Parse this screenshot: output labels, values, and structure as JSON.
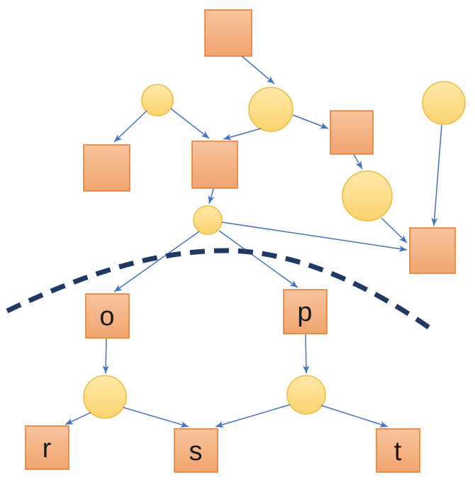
{
  "diagram": {
    "type": "flow-graph",
    "background": "#FFFFFF",
    "colors": {
      "square_fill_top": "#F8C49E",
      "square_fill_bottom": "#F0A56E",
      "square_border": "#ED7D31",
      "circle_fill_top": "#FFE9A8",
      "circle_fill_bottom": "#FBD36F",
      "circle_border": "#F0BC42",
      "arrow": "#4472C4",
      "divider": "#1F3864",
      "label_text": "#1A1A1A"
    },
    "labels": {
      "o": "o",
      "p": "p",
      "r": "r",
      "s": "s",
      "t": "t"
    },
    "nodes": [
      {
        "id": "square-top",
        "shape": "square",
        "label": ""
      },
      {
        "id": "circle-a",
        "shape": "circle",
        "label": ""
      },
      {
        "id": "circle-b",
        "shape": "circle",
        "label": ""
      },
      {
        "id": "circle-c",
        "shape": "circle",
        "label": ""
      },
      {
        "id": "square-left",
        "shape": "square",
        "label": ""
      },
      {
        "id": "square-center",
        "shape": "square",
        "label": ""
      },
      {
        "id": "square-right",
        "shape": "square",
        "label": ""
      },
      {
        "id": "circle-d",
        "shape": "circle",
        "label": ""
      },
      {
        "id": "square-far-right",
        "shape": "square",
        "label": ""
      },
      {
        "id": "circle-e",
        "shape": "circle",
        "label": ""
      },
      {
        "id": "square-o",
        "shape": "square",
        "label": "o"
      },
      {
        "id": "square-p",
        "shape": "square",
        "label": "p"
      },
      {
        "id": "circle-f",
        "shape": "circle",
        "label": ""
      },
      {
        "id": "circle-g",
        "shape": "circle",
        "label": ""
      },
      {
        "id": "square-r",
        "shape": "square",
        "label": "r"
      },
      {
        "id": "square-s",
        "shape": "square",
        "label": "s"
      },
      {
        "id": "square-t",
        "shape": "square",
        "label": "t"
      }
    ],
    "edges": [
      {
        "from": "square-top",
        "to": "circle-b"
      },
      {
        "from": "circle-a",
        "to": "square-left"
      },
      {
        "from": "circle-a",
        "to": "square-center"
      },
      {
        "from": "circle-b",
        "to": "square-center"
      },
      {
        "from": "circle-b",
        "to": "square-right"
      },
      {
        "from": "square-right",
        "to": "circle-d"
      },
      {
        "from": "circle-c",
        "to": "square-far-right"
      },
      {
        "from": "circle-d",
        "to": "square-far-right"
      },
      {
        "from": "circle-e",
        "to": "square-far-right"
      },
      {
        "from": "square-center",
        "to": "circle-e"
      },
      {
        "from": "circle-e",
        "to": "square-o"
      },
      {
        "from": "circle-e",
        "to": "square-p"
      },
      {
        "from": "square-o",
        "to": "circle-f"
      },
      {
        "from": "square-p",
        "to": "circle-g"
      },
      {
        "from": "circle-f",
        "to": "square-r"
      },
      {
        "from": "circle-f",
        "to": "square-s"
      },
      {
        "from": "circle-g",
        "to": "square-s"
      },
      {
        "from": "circle-g",
        "to": "square-t"
      }
    ],
    "divider": {
      "style": "dashed-curve",
      "description": "thick dark navy dashed arc separating the unlabeled upper graph from the labeled lower graph"
    }
  }
}
